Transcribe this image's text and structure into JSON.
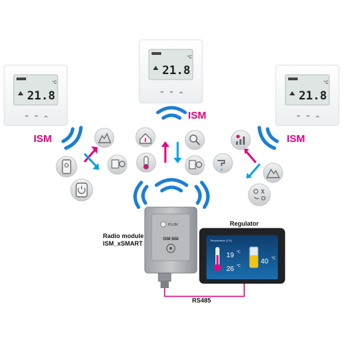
{
  "labels": {
    "ism_left": "ISM",
    "ism_center": "ISM",
    "ism_right": "ISM",
    "radio_module_line1": "Radio module",
    "radio_module_line2": "ISM_xSMART",
    "regulator": "Regulator",
    "rs485": "RS485"
  },
  "module": {
    "brand": "PLUM",
    "model": "ISM 868"
  },
  "thermostats": [
    {
      "name": "left",
      "temperature": "21.8",
      "unit": "°C"
    },
    {
      "name": "center",
      "temperature": "21.8",
      "unit": "°C"
    },
    {
      "name": "right",
      "temperature": "21.8",
      "unit": "°C"
    }
  ],
  "regulator_screen": {
    "header": "Temperature (CH)",
    "value_left": "19",
    "value_bottom": "26",
    "value_right": "40",
    "unit": "°C"
  },
  "colors": {
    "magenta": "#e6007e",
    "cyan": "#00a3e0",
    "wave_blue": "#1b7fd6",
    "circle_gray": "#d4d6d8",
    "icon_gray": "#6b6e72"
  },
  "icons": [
    "mountain-snow-icon",
    "thermostat-device-icon",
    "remote-display-icon",
    "power-socket-icon",
    "house-thermometer-icon",
    "thermometer-icon",
    "magnifier-icon",
    "valve-sensor-icon",
    "tap-water-icon",
    "bar-chart-level-icon",
    "mountain-icon",
    "mixed-symbols-icon"
  ]
}
